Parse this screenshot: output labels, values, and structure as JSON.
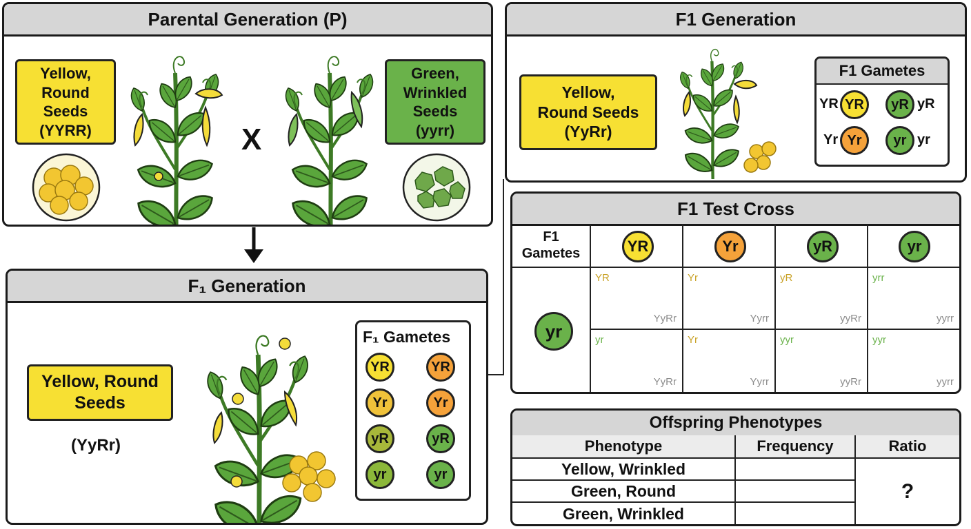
{
  "parental": {
    "title": "Parental Generation (P)",
    "left_label": "Yellow,\nRound\nSeeds\n(YYRR)",
    "right_label": "Green,\nWrinkled\nSeeds\n(yyrr)",
    "cross_symbol": "X"
  },
  "f1_top": {
    "title": "F1 Generation",
    "label": "Yellow,\nRound Seeds\n(YyRr)",
    "gametes_title": "F1 Gametes",
    "gametes": [
      {
        "outer": "YR",
        "inner": "YR",
        "color": "#f7e033"
      },
      {
        "outer": "yR",
        "inner": "yR",
        "color": "#6ab24a"
      },
      {
        "outer": "Yr",
        "inner": "Yr",
        "color": "#f5a23a"
      },
      {
        "outer": "yr",
        "inner": "yr",
        "color": "#6ab24a"
      }
    ]
  },
  "f1_bottom": {
    "title": "F₁ Generation",
    "label": "Yellow, Round\nSeeds",
    "genotype": "(YyRr)",
    "gametes_title": "F₁ Gametes",
    "gametes": [
      {
        "text": "YR",
        "color": "#f7e033"
      },
      {
        "text": "YR",
        "color": "#f5a23a"
      },
      {
        "text": "Yr",
        "color": "#f0c23a"
      },
      {
        "text": "Yr",
        "color": "#f5a23a"
      },
      {
        "text": "yR",
        "color": "#a8b83a"
      },
      {
        "text": "yR",
        "color": "#6ab24a"
      },
      {
        "text": "yr",
        "color": "#8cb83a"
      },
      {
        "text": "yr",
        "color": "#6ab24a"
      }
    ]
  },
  "test_cross": {
    "title": "F1 Test Cross",
    "corner_label": "F1\nGametes",
    "row_gamete": {
      "text": "yr",
      "color": "#6ab24a"
    },
    "col_gametes": [
      {
        "text": "YR",
        "color": "#f7e033"
      },
      {
        "text": "Yr",
        "color": "#f5a23a"
      },
      {
        "text": "yR",
        "color": "#6ab24a"
      },
      {
        "text": "yr",
        "color": "#6ab24a"
      }
    ],
    "rows": [
      [
        {
          "tl": "YR",
          "tl_color": "#c9a227",
          "br": "YyRr"
        },
        {
          "tl": "Yr",
          "tl_color": "#c9a227",
          "br": "Yyrr"
        },
        {
          "tl": "yR",
          "tl_color": "#c9a227",
          "br": "yyRr"
        },
        {
          "tl": "yrr",
          "tl_color": "#6ab24a",
          "br": "yyrr"
        }
      ],
      [
        {
          "tl": "yr",
          "tl_color": "#6ab24a",
          "br": "YyRr"
        },
        {
          "tl": "Yr",
          "tl_color": "#c9a227",
          "br": "Yyrr"
        },
        {
          "tl": "yyr",
          "tl_color": "#6ab24a",
          "br": "yyRr"
        },
        {
          "tl": "yyr",
          "tl_color": "#6ab24a",
          "br": "yyrr"
        }
      ]
    ]
  },
  "offspring": {
    "title": "Offspring Phenotypes",
    "headers": [
      "Phenotype",
      "Frequency",
      "Ratio"
    ],
    "rows": [
      "Yellow, Wrinkled",
      "Green, Round",
      "Green, Wrinkled"
    ],
    "ratio": "?"
  }
}
